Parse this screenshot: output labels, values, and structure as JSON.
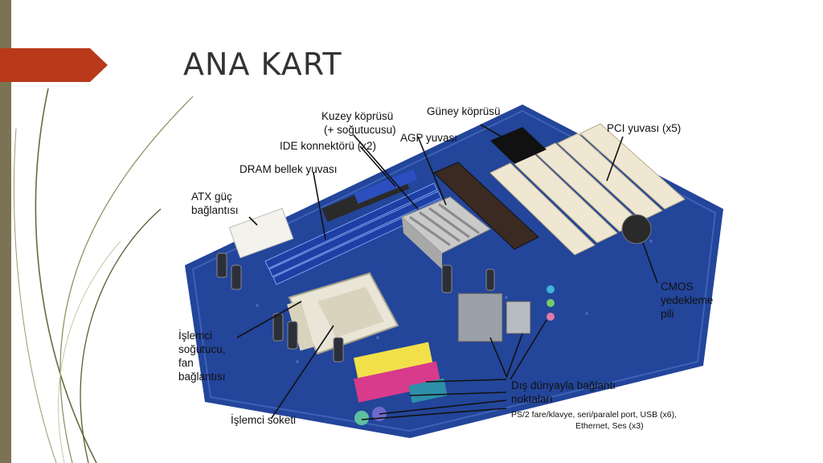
{
  "slide": {
    "title": "ANA KART"
  },
  "labels": {
    "kuzey1": "Kuzey köprüsü",
    "kuzey2": "(+ soğutucusu)",
    "guney": "Güney köprüsü",
    "agp": "AGP yuvası",
    "ide": "IDE konnektörü (x2)",
    "pci": "PCI yuvası (x5)",
    "dram": "DRAM bellek yuvası",
    "atx1": "ATX güç",
    "atx2": "bağlantısı",
    "cmos1": "CMOS",
    "cmos2": "yedekleme",
    "cmos3": "pili",
    "islemci1": "İşlemci",
    "islemci2": "soğutucu,",
    "islemci3": "fan",
    "islemci4": "bağlantısı",
    "dis1": "Dış dünyayla bağlantı",
    "dis2": "noktaları",
    "ports1": "PS/2 fare/klavye, seri/paralel port, USB (x6),",
    "ports2": "Ethernet, Ses (x3)",
    "soket": "İşlemci soketi"
  },
  "colors": {
    "ribbon": "#b83a1a",
    "sidebar": "#7b7353",
    "board": "#23459a",
    "slot_white": "#efe7d2"
  }
}
